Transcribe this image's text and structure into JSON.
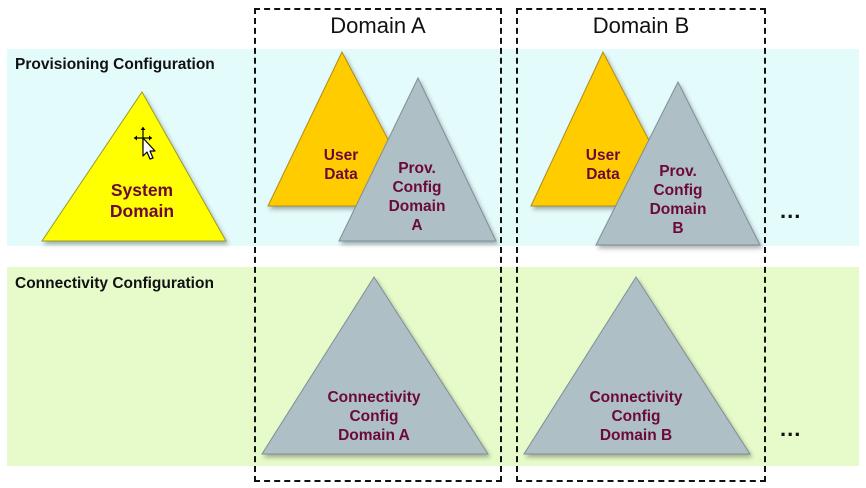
{
  "bands": {
    "provisioning": "Provisioning Configuration",
    "connectivity": "Connectivity Configuration"
  },
  "domains": {
    "a": "Domain A",
    "b": "Domain B"
  },
  "triangles": {
    "system_domain": "System\nDomain",
    "user_data_a": "User\nData",
    "prov_config_a": "Prov.\nConfig\nDomain\nA",
    "user_data_b": "User\nData",
    "prov_config_b": "Prov.\nConfig\nDomain\nB",
    "conn_config_a": "Connectivity\nConfig\nDomain A",
    "conn_config_b": "Connectivity\nConfig\nDomain B"
  },
  "ellipsis": "...",
  "colors": {
    "system": "#ffff00",
    "user_data": "#ffcc00",
    "config": "#aebfc6",
    "label_text": "#6b0a3a"
  }
}
